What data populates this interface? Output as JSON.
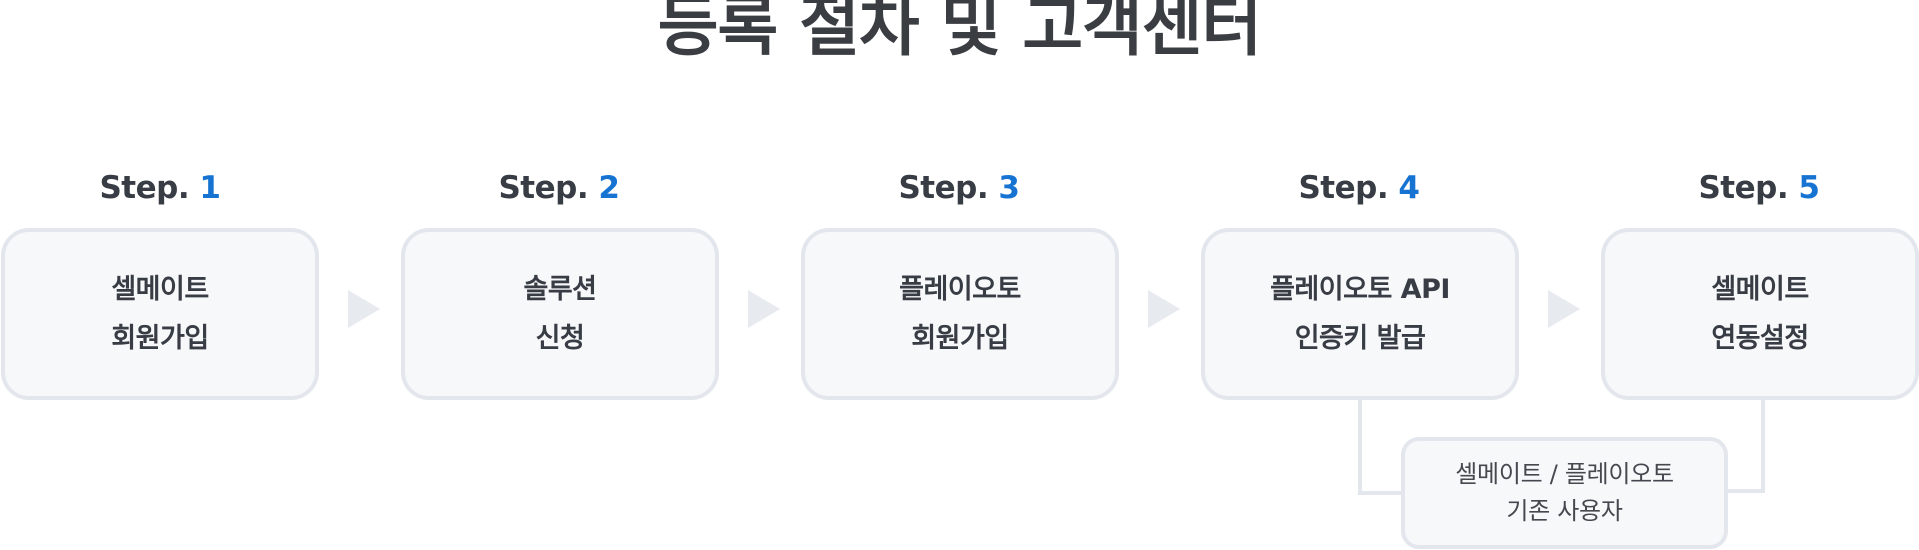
{
  "title": "등록 절차 및 고객센터",
  "colors": {
    "step_number": "#1773d2",
    "text": "#383d45",
    "box_border": "#e3e7ed",
    "box_fill": "#f7f8fa",
    "arrow": "#e7eaef"
  },
  "steps": [
    {
      "prefix": "Step.",
      "number": "1",
      "lines": [
        "셀메이트",
        "회원가입"
      ]
    },
    {
      "prefix": "Step.",
      "number": "2",
      "lines": [
        "솔루션",
        "신청"
      ]
    },
    {
      "prefix": "Step.",
      "number": "3",
      "lines": [
        "플레이오토",
        "회원가입"
      ]
    },
    {
      "prefix": "Step.",
      "number": "4",
      "lines": [
        "플레이오토 API",
        "인증키 발급"
      ]
    },
    {
      "prefix": "Step.",
      "number": "5",
      "lines": [
        "셀메이트",
        "연동설정"
      ]
    }
  ],
  "note": {
    "lines": [
      "셀메이트 / 플레이오토",
      "기존 사용자"
    ]
  }
}
